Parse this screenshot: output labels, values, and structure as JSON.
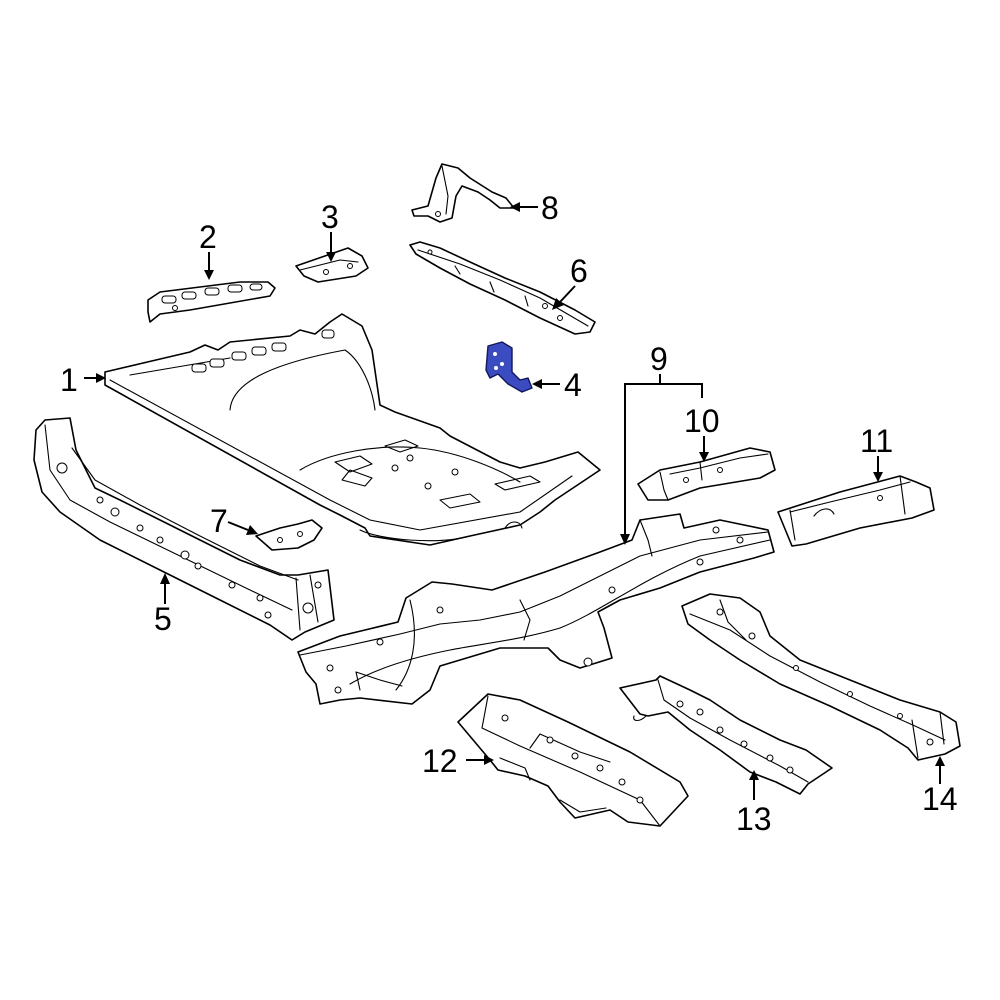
{
  "callouts": {
    "c1": "1",
    "c2": "2",
    "c3": "3",
    "c4": "4",
    "c5": "5",
    "c6": "6",
    "c7": "7",
    "c8": "8",
    "c9": "9",
    "c10": "10",
    "c11": "11",
    "c12": "12",
    "c13": "13",
    "c14": "14"
  },
  "colors": {
    "highlight": "#3b4bc0",
    "outline": "#000000",
    "background": "#ffffff"
  },
  "highlighted_part": "4"
}
